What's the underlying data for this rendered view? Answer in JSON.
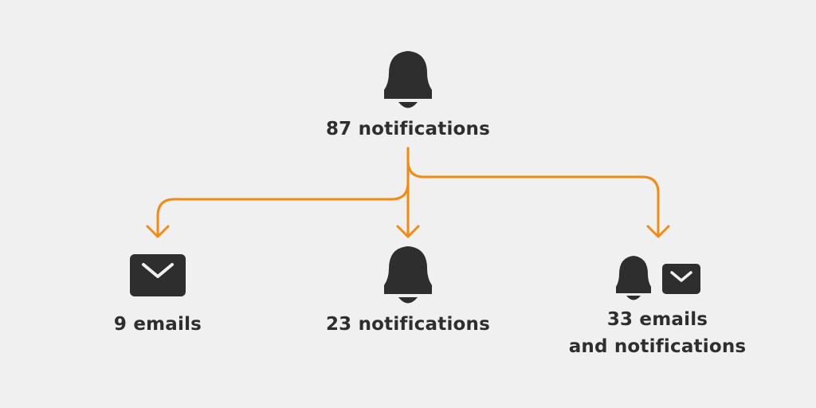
{
  "colors": {
    "background": "#f0f0f0",
    "icon": "#2e2e2e",
    "arrow": "#f28b13",
    "text": "#2e2e2e"
  },
  "root": {
    "icon": "bell-icon",
    "label": "87 notifications"
  },
  "branches": [
    {
      "icons": [
        "envelope-icon"
      ],
      "label": "9 emails"
    },
    {
      "icons": [
        "bell-icon"
      ],
      "label": "23 notifications"
    },
    {
      "icons": [
        "bell-icon",
        "envelope-icon"
      ],
      "label_line1": "33 emails",
      "label_line2": "and notifications"
    }
  ]
}
